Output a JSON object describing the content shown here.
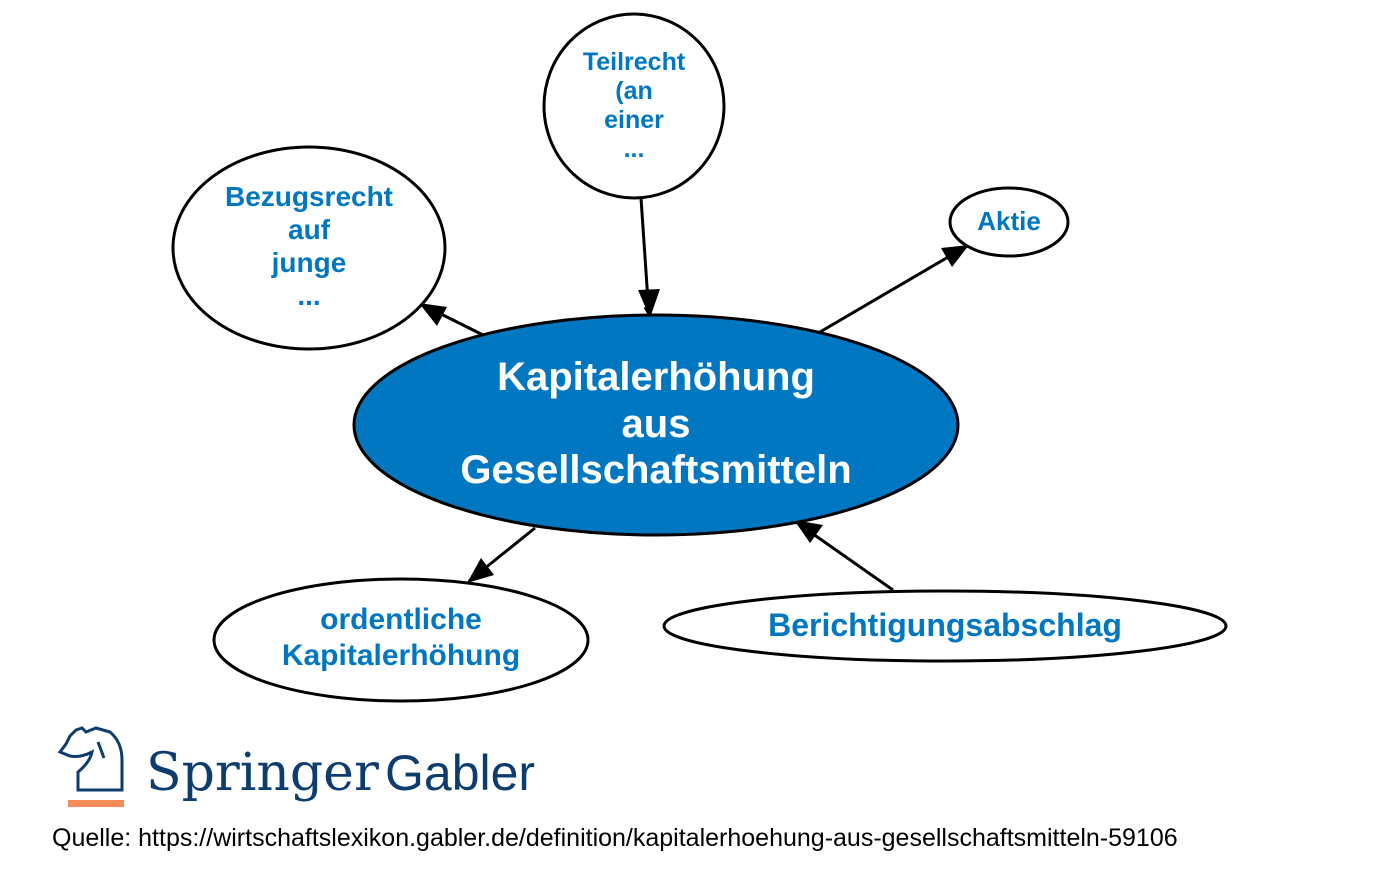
{
  "diagram": {
    "center": {
      "lines": [
        "Kapitalerhöhung",
        "aus",
        "Gesellschaftsmitteln"
      ]
    },
    "nodes": {
      "teilrecht": {
        "lines": [
          "Teilrecht",
          "(an",
          "einer",
          "..."
        ]
      },
      "bezugsrecht": {
        "lines": [
          "Bezugsrecht",
          "auf",
          "junge",
          "..."
        ]
      },
      "aktie": {
        "lines": [
          "Aktie"
        ]
      },
      "ordentliche": {
        "lines": [
          "ordentliche",
          "Kapitalerhöhung"
        ]
      },
      "berichtigung": {
        "lines": [
          "Berichtigungsabschlag"
        ]
      }
    },
    "colors": {
      "center_fill": "#0077c0",
      "label": "#0077c0",
      "logo": "#0d3c6e",
      "logo_bar": "#f58c5a"
    }
  },
  "logo": {
    "word1": "Springer",
    "word2": "Gabler"
  },
  "source": "Quelle: https://wirtschaftslexikon.gabler.de/definition/kapitalerhoehung-aus-gesellschaftsmitteln-59106"
}
